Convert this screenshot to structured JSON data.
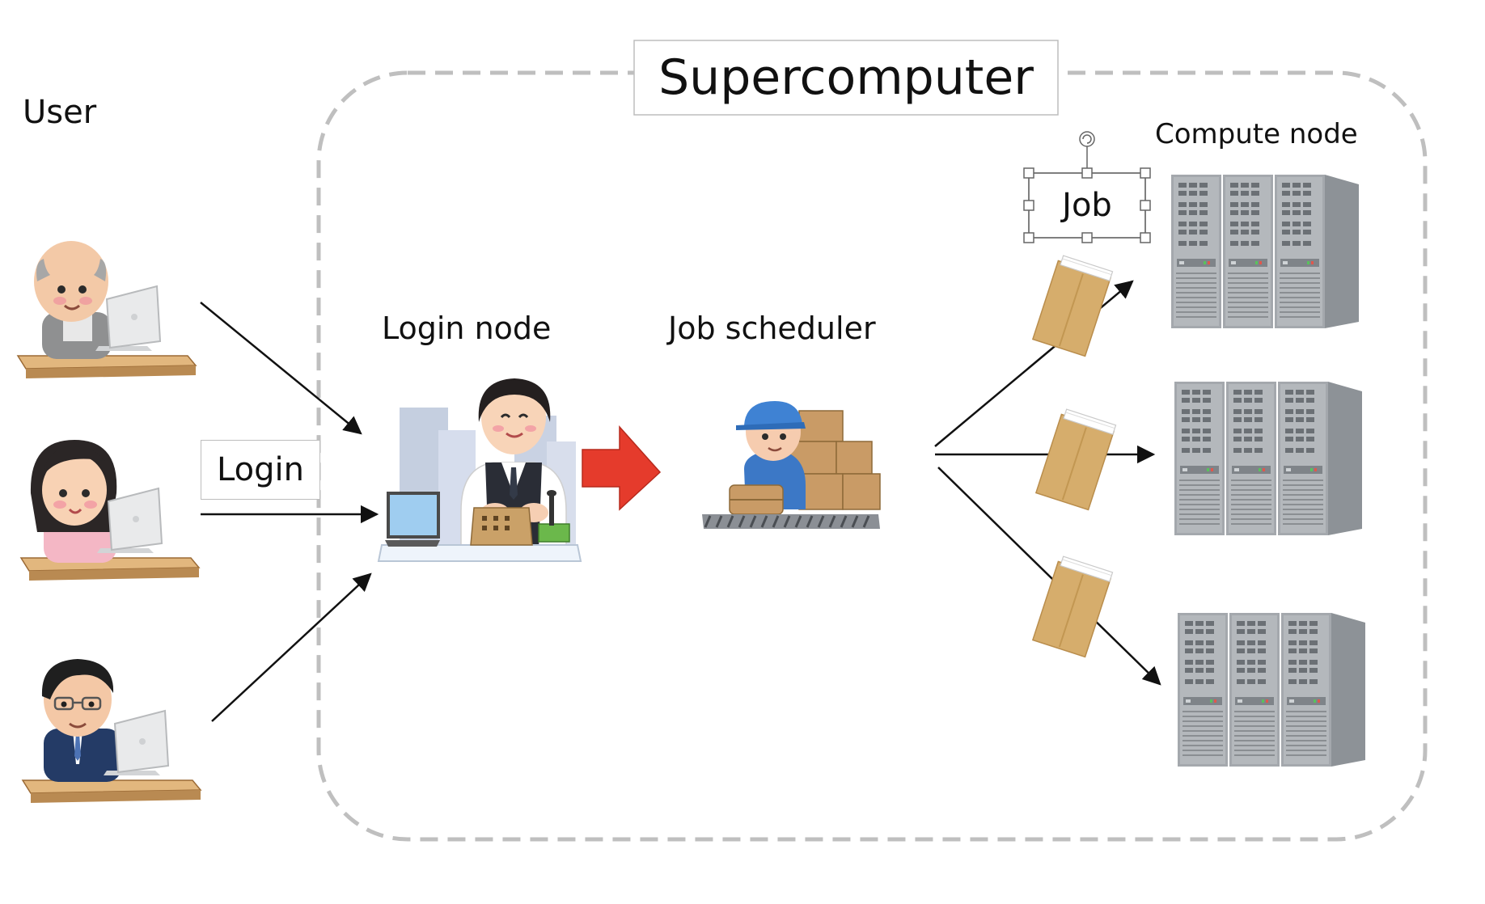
{
  "labels": {
    "title": "Supercomputer",
    "user": "User",
    "login": "Login",
    "login_node": "Login node",
    "job_scheduler": "Job scheduler",
    "job": "Job",
    "compute_node": "Compute node"
  },
  "icons": {
    "users": [
      "elderly-user-icon",
      "woman-user-icon",
      "businessman-user-icon"
    ],
    "login_node": "receptionist-icon",
    "scheduler": "warehouse-worker-icon",
    "job": "envelope-icon",
    "compute": "server-rack-icon",
    "rotate_handle": "rotate-handle-icon"
  },
  "colors": {
    "boundary": "#bfbfbf",
    "handoff_arrow": "#e53b2c",
    "envelope": "#d9b070",
    "server": "#9ea3a8"
  }
}
